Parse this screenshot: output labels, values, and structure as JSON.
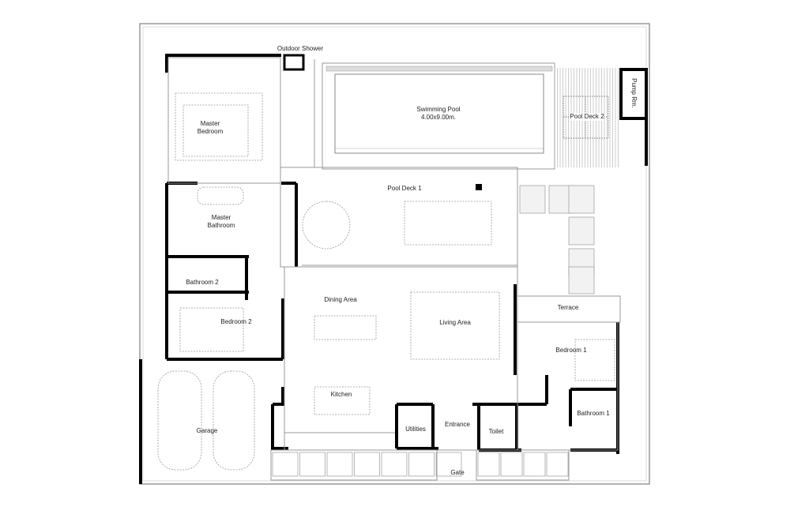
{
  "plan": {
    "rooms": {
      "outdoor_shower": "Outdoor Shower",
      "swimming_pool": "Swimming Pool",
      "pool_size": "4.00x9.00m.",
      "pool_deck_2": "Pool Deck 2",
      "pump_room": "Pump Rm.",
      "master_bedroom_1": "Master",
      "master_bedroom_2": "Bedroom",
      "pool_deck_1": "Pool Deck 1",
      "master_bathroom_1": "Master",
      "master_bathroom_2": "Bathroom",
      "bathroom_2": "Bathroom 2",
      "dining_area": "Dining Area",
      "living_area": "Living Area",
      "terrace": "Terrace",
      "bedroom_2": "Bedroom 2",
      "bedroom_1": "Bedroom 1",
      "kitchen": "Kitchen",
      "garage": "Garage",
      "utilities": "Utilities",
      "entrance": "Entrance",
      "toilet": "Toilet",
      "bathroom_1": "Bathroom 1",
      "gate": "Gate"
    },
    "colors": {
      "wall": "#000000",
      "outline": "#9a9a9a",
      "furniture": "#a0a0a0"
    }
  }
}
